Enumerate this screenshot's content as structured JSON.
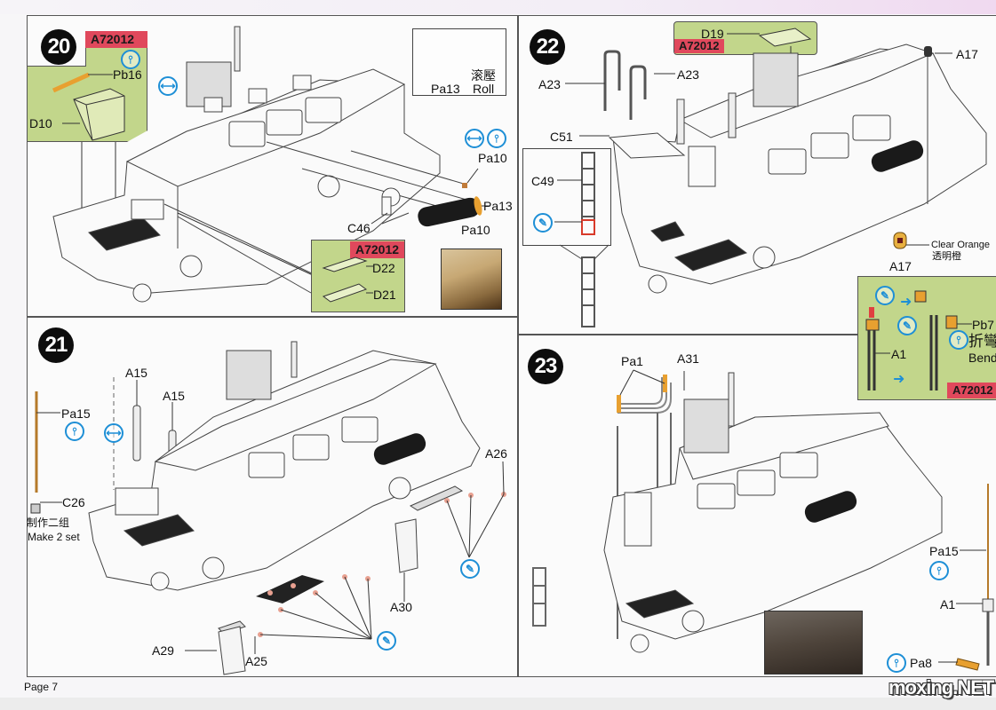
{
  "page": {
    "number_label": "Page 7",
    "watermark": "moxing.NET"
  },
  "colors": {
    "badge_red": "#e0485c",
    "option_green": "#c2d68b",
    "icon_blue": "#1e8fd6",
    "photoetch_orange": "#e8a030"
  },
  "steps": [
    {
      "number": "20",
      "option_tag": "A72012",
      "labels": {
        "pb16": "Pb16",
        "d10": "D10",
        "pa10_top": "Pa10",
        "pa13": "Pa13",
        "c46": "C46",
        "pa10_photo": "Pa10",
        "d22": "D22",
        "d21": "D21"
      },
      "inset_roll": {
        "chinese": "滚壓",
        "part": "Pa13",
        "english": "Roll"
      },
      "option_tag_2": "A72012",
      "icons": [
        "glue-icon",
        "symmetry-icon",
        "symmetry-icon",
        "glue-icon"
      ]
    },
    {
      "number": "22",
      "option_tag": "A72012",
      "labels": {
        "d19": "D19",
        "a23_left": "A23",
        "a23_right": "A23",
        "a17_top": "A17",
        "c51": "C51",
        "c49": "C49",
        "a17_bottom": "A17"
      },
      "clear_note": {
        "english": "Clear Orange",
        "chinese": "透明橙"
      },
      "side_option": {
        "pb7": "Pb7",
        "bend_cn": "折彎",
        "bend_en": "Bend",
        "a1": "A1",
        "tag": "A72012"
      }
    },
    {
      "number": "21",
      "labels": {
        "pa15": "Pa15",
        "c26": "C26",
        "a15_left": "A15",
        "a15_right": "A15",
        "a26": "A26",
        "a30": "A30",
        "a29": "A29",
        "a25": "A25"
      },
      "note": {
        "chinese": "制作二组",
        "english": "Make 2 set"
      }
    },
    {
      "number": "23",
      "labels": {
        "pa1": "Pa1",
        "a31": "A31",
        "pa15": "Pa15",
        "a1": "A1",
        "pa8": "Pa8"
      }
    }
  ]
}
